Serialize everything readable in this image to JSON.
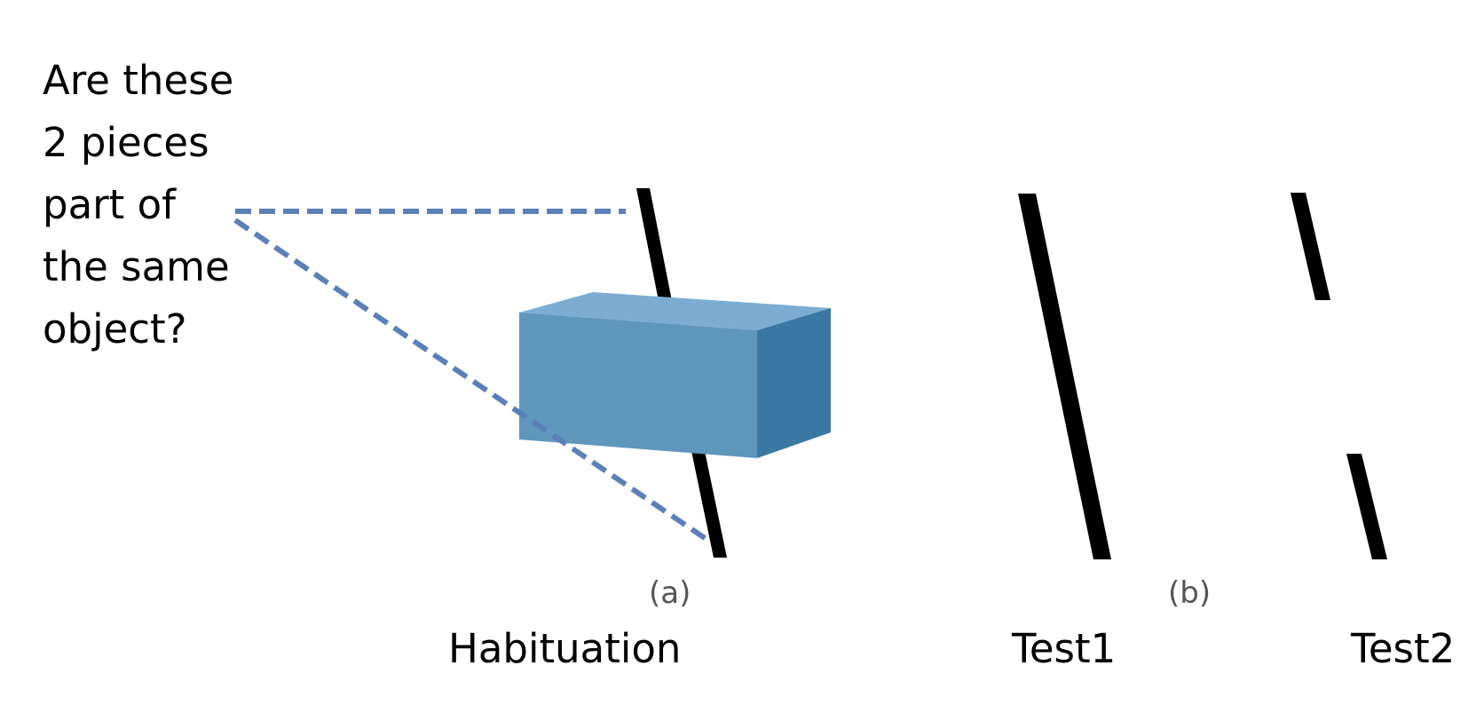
{
  "question": "Are these\n2 pieces\npart of\nthe same\nobject?",
  "panel_labels": {
    "a": "(a)",
    "b": "(b)"
  },
  "captions": {
    "habituation": "Habituation",
    "test1": "Test1",
    "test2": "Test2"
  },
  "colors": {
    "box_front": "#5f96bc",
    "box_top": "#7aadd1",
    "box_side": "#3a77a3",
    "rod": "#000000",
    "pointer_line": "#5b7fb8"
  }
}
